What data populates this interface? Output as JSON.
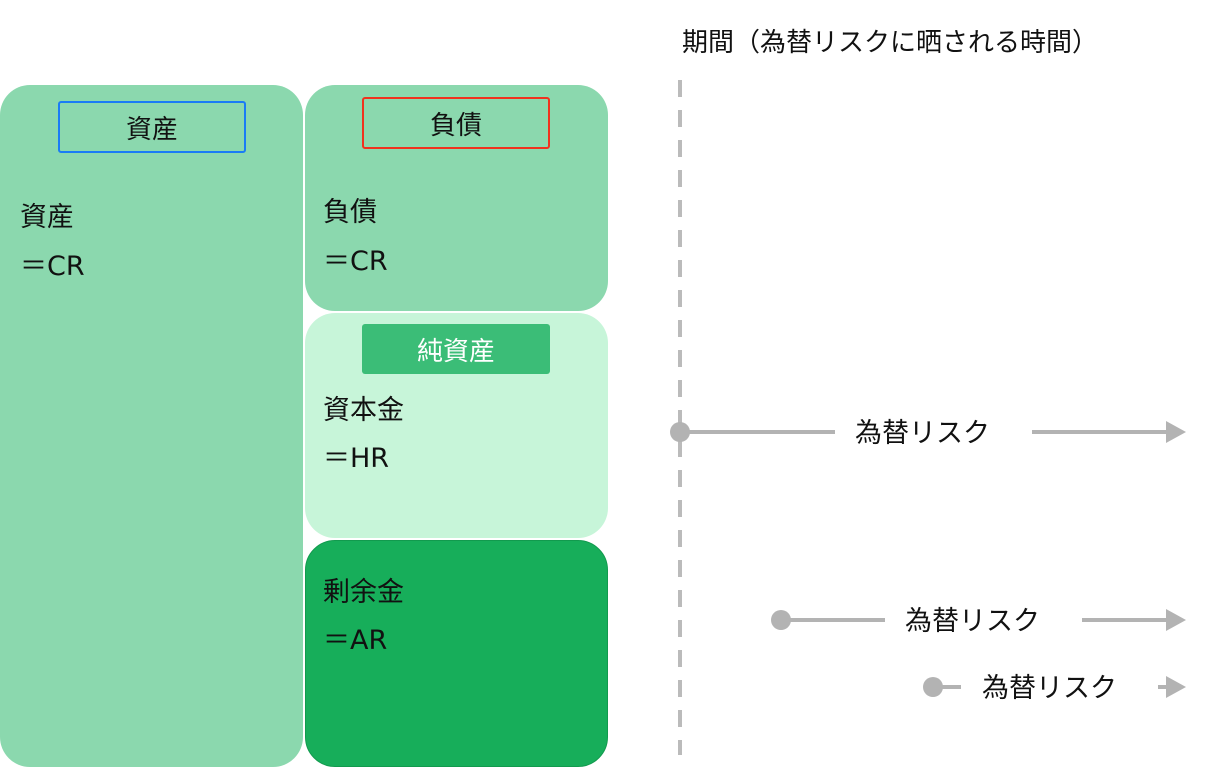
{
  "period_title": "期間（為替リスクに晒される時間）",
  "assets": {
    "tag": "資産",
    "name": "資産",
    "rate": "＝CR"
  },
  "liabilities": {
    "tag": "負債",
    "name": "負債",
    "rate": "＝CR"
  },
  "net_assets": {
    "tag": "純資産"
  },
  "capital": {
    "name": "資本金",
    "rate": "＝HR"
  },
  "surplus": {
    "name": "剰余金",
    "rate": "＝AR"
  },
  "risk_arrows": [
    {
      "label": "為替リスク"
    },
    {
      "label": "為替リスク"
    },
    {
      "label": "為替リスク"
    }
  ],
  "colors": {
    "balance_green": "#8bd8ae",
    "net_assets_light": "#c7f5d9",
    "net_assets_tag": "#3bbd77",
    "surplus_green": "#17ae5a",
    "asset_border": "#1a7cf5",
    "liability_border": "#f0321e",
    "arrow_gray": "#b3b3b3"
  }
}
